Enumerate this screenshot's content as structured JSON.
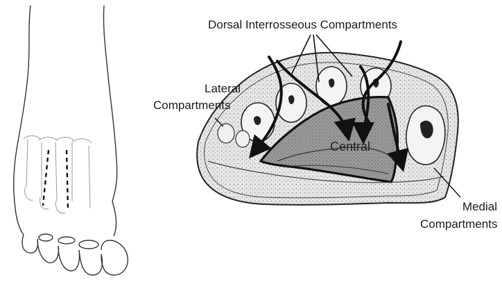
{
  "labels": {
    "dorsal": "Dorsal Interrosseous Compartments",
    "lateral_line1": "Lateral",
    "lateral_line2": "Compartments",
    "central": "Central",
    "medial_line1": "Medial",
    "medial_line2": "Compartments"
  },
  "colors": {
    "ink": "#1a1a1a",
    "central_fill": "#8c8c8c",
    "tissue": "#d9d9d9",
    "bone": "#f4f4f4"
  }
}
